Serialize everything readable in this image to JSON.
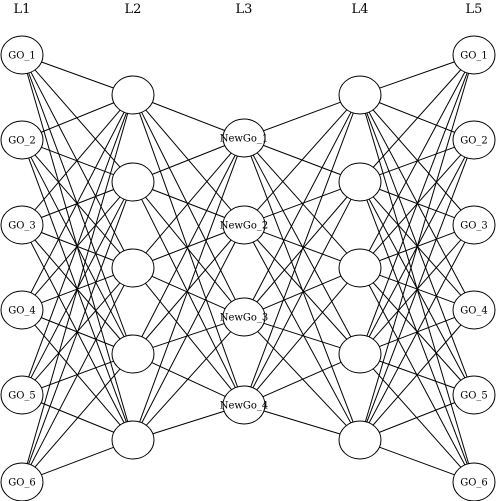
{
  "colors": {
    "stroke": "#000000",
    "background": "#ffffff"
  },
  "layers": [
    {
      "id": "l1",
      "label": "L1",
      "nodes": [
        "GO_1",
        "GO_2",
        "GO_3",
        "GO_4",
        "GO_5",
        "GO_6"
      ]
    },
    {
      "id": "l2",
      "label": "L2",
      "nodes": [
        "",
        "",
        "",
        "",
        ""
      ]
    },
    {
      "id": "l3",
      "label": "L3",
      "nodes": [
        "NewGo_1",
        "NewGo_2",
        "NewGo_3",
        "NewGo_4"
      ]
    },
    {
      "id": "l4",
      "label": "L4",
      "nodes": [
        "",
        "",
        "",
        "",
        ""
      ]
    },
    {
      "id": "l5",
      "label": "L5",
      "nodes": [
        "GO_1",
        "GO_2",
        "GO_3",
        "GO_4",
        "GO_5",
        "GO_6"
      ]
    }
  ],
  "connectivity": "fully-connected between adjacent layers"
}
